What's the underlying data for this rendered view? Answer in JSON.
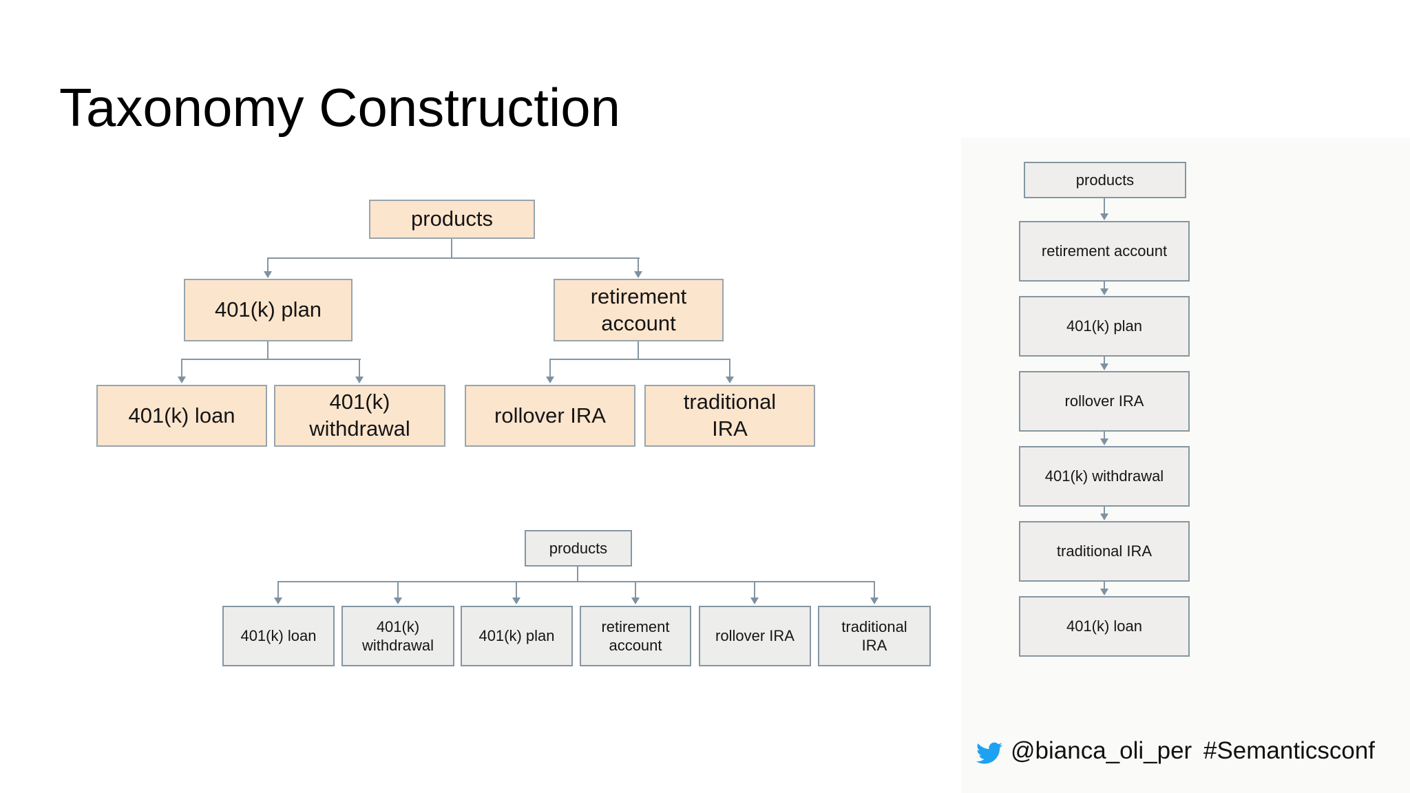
{
  "slide": {
    "title": "Taxonomy Construction"
  },
  "tree_hierarchy": {
    "products": "products",
    "plan": "401(k) plan",
    "retirement": "retirement\naccount",
    "loan": "401(k) loan",
    "withdrawal": "401(k)\nwithdrawal",
    "rollover": "rollover IRA",
    "traditional": "traditional\nIRA"
  },
  "tree_flat": {
    "root": "products",
    "children": [
      "401(k) loan",
      "401(k)\nwithdrawal",
      "401(k) plan",
      "retirement\naccount",
      "rollover IRA",
      "traditional\nIRA"
    ]
  },
  "tree_chain": {
    "nodes": [
      "products",
      "retirement account",
      "401(k) plan",
      "rollover IRA",
      "401(k) withdrawal",
      "traditional IRA",
      "401(k) loan"
    ]
  },
  "footer": {
    "icon": "twitter-bird-icon",
    "handle": "@bianca_oli_per",
    "hashtag": "#Semanticsconf"
  },
  "colors": {
    "peach_fill": "#fce5cd",
    "gray_fill": "#ededec",
    "box_border": "#8496a2",
    "connector": "#8496a2",
    "arrowhead": "#7e91a0",
    "twitter_blue": "#1da1f2",
    "title_text": "#000000"
  }
}
